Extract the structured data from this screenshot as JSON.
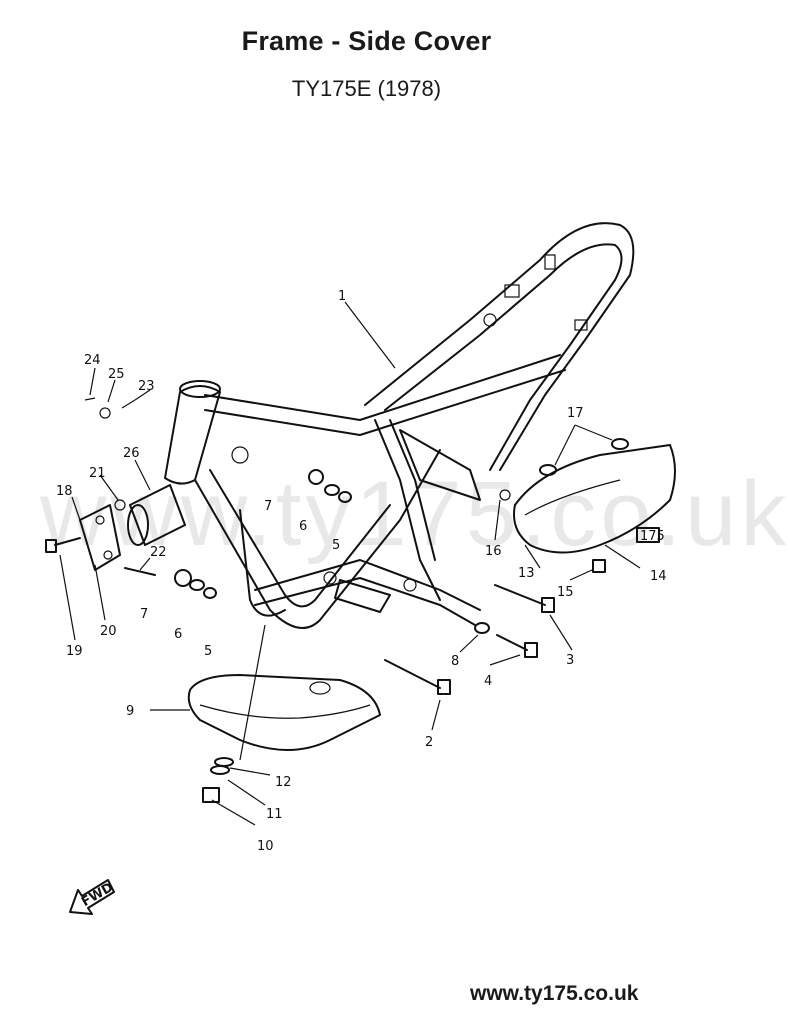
{
  "title": "Frame - Side Cover",
  "subtitle": "TY175E (1978)",
  "footer_url": "www.ty175.co.uk",
  "watermark": "www.ty175.co.uk",
  "fwd_label": "FWD",
  "emblem_label": "175",
  "callouts": [
    "1",
    "2",
    "3",
    "4",
    "5",
    "6",
    "7",
    "8",
    "9",
    "10",
    "11",
    "12",
    "13",
    "14",
    "15",
    "16",
    "17",
    "18",
    "19",
    "20",
    "21",
    "22",
    "23",
    "24",
    "25",
    "26",
    "7",
    "6",
    "5"
  ]
}
